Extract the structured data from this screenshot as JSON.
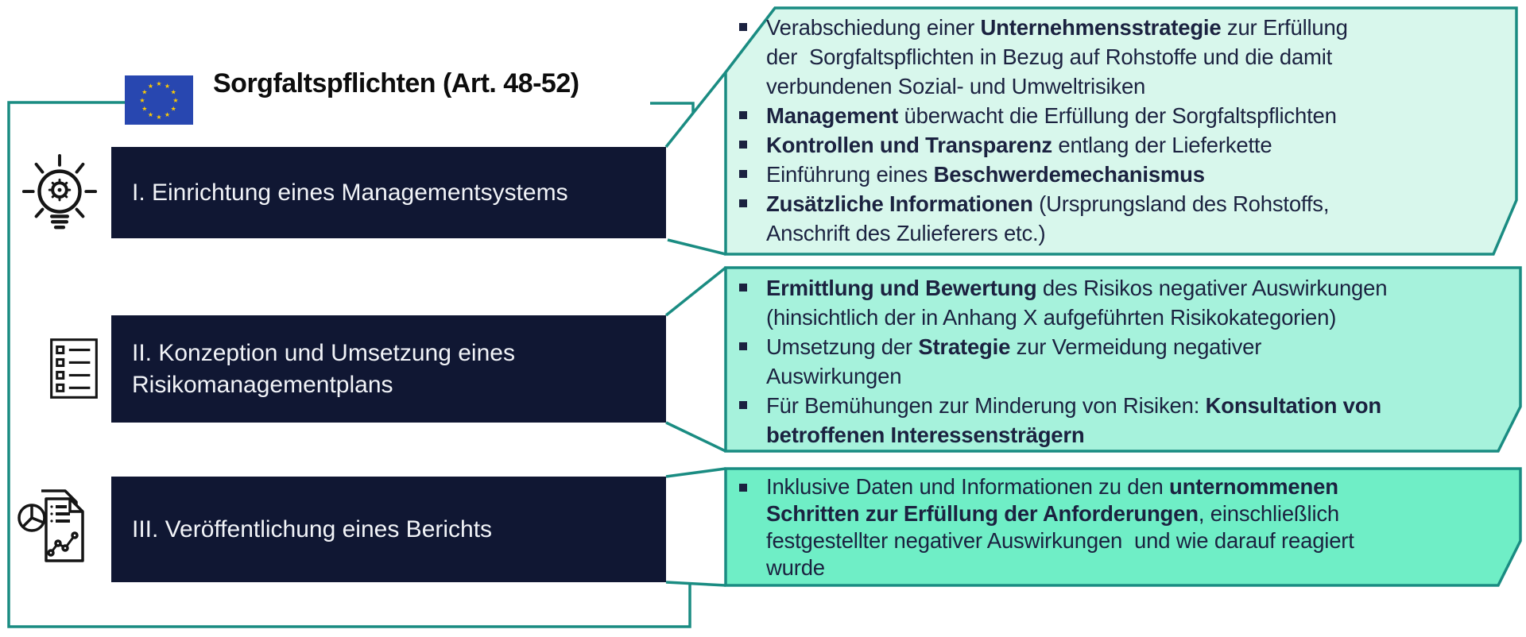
{
  "colors": {
    "teal": "#1a8c82",
    "navy": "#101733",
    "text-dark": "#1b2240",
    "title": "#0d0d0d",
    "mint1": "#d8f7ec",
    "mint2": "#a6f2dc",
    "mint3": "#6feec6",
    "eu-blue": "#2847b0",
    "star-gold": "#ffcc00",
    "icon-black": "#151515",
    "box-text": "#f2f4f8"
  },
  "header": {
    "title": "Sorgfaltspflichten (Art. 48-52)",
    "flag_icon": "eu-flag"
  },
  "steps": [
    {
      "label": "I. Einrichtung eines Managementsystems",
      "icon": "lightbulb-gear-icon"
    },
    {
      "label": "II. Konzeption und Umsetzung eines Risikomanagementplans",
      "icon": "checklist-icon"
    },
    {
      "label": "III. Veröffentlichung eines Berichts",
      "icon": "report-chart-icon"
    }
  ],
  "callouts": [
    {
      "bullets": [
        [
          {
            "t": "Verabschiedung einer "
          },
          {
            "t": "Unternehmensstrategie",
            "b": true
          },
          {
            "t": " zur Erfüllung\nder  Sorgfaltspflichten in Bezug auf Rohstoffe und die damit\nverbundenen Sozial- und Umweltrisiken"
          }
        ],
        [
          {
            "t": "Management",
            "b": true
          },
          {
            "t": " überwacht die Erfüllung der Sorgfaltspflichten"
          }
        ],
        [
          {
            "t": "Kontrollen und Transparenz",
            "b": true
          },
          {
            "t": " entlang der Lieferkette"
          }
        ],
        [
          {
            "t": "Einführung eines "
          },
          {
            "t": "Beschwerdemechanismus",
            "b": true
          }
        ],
        [
          {
            "t": "Zusätzliche Informationen",
            "b": true
          },
          {
            "t": " (Ursprungsland des Rohstoffs,\nAnschrift des Zulieferers etc.)"
          }
        ]
      ]
    },
    {
      "bullets": [
        [
          {
            "t": "Ermittlung und Bewertung",
            "b": true
          },
          {
            "t": " des Risikos negativer Auswirkungen\n(hinsichtlich der in Anhang X aufgeführten Risikokategorien)"
          }
        ],
        [
          {
            "t": "Umsetzung der "
          },
          {
            "t": "Strategie",
            "b": true
          },
          {
            "t": " zur Vermeidung negativer\nAuswirkungen"
          }
        ],
        [
          {
            "t": "Für Bemühungen zur Minderung von Risiken: "
          },
          {
            "t": "Konsultation von\nbetroffenen Interessensträgern",
            "b": true
          }
        ]
      ]
    },
    {
      "bullets": [
        [
          {
            "t": "Inklusive Daten und Informationen zu den "
          },
          {
            "t": "unternommenen\nSchritten zur Erfüllung der Anforderungen",
            "b": true
          },
          {
            "t": ", einschließlich\nfestgestellter negativer Auswirkungen  und wie darauf reagiert\nwurde"
          }
        ]
      ]
    }
  ]
}
